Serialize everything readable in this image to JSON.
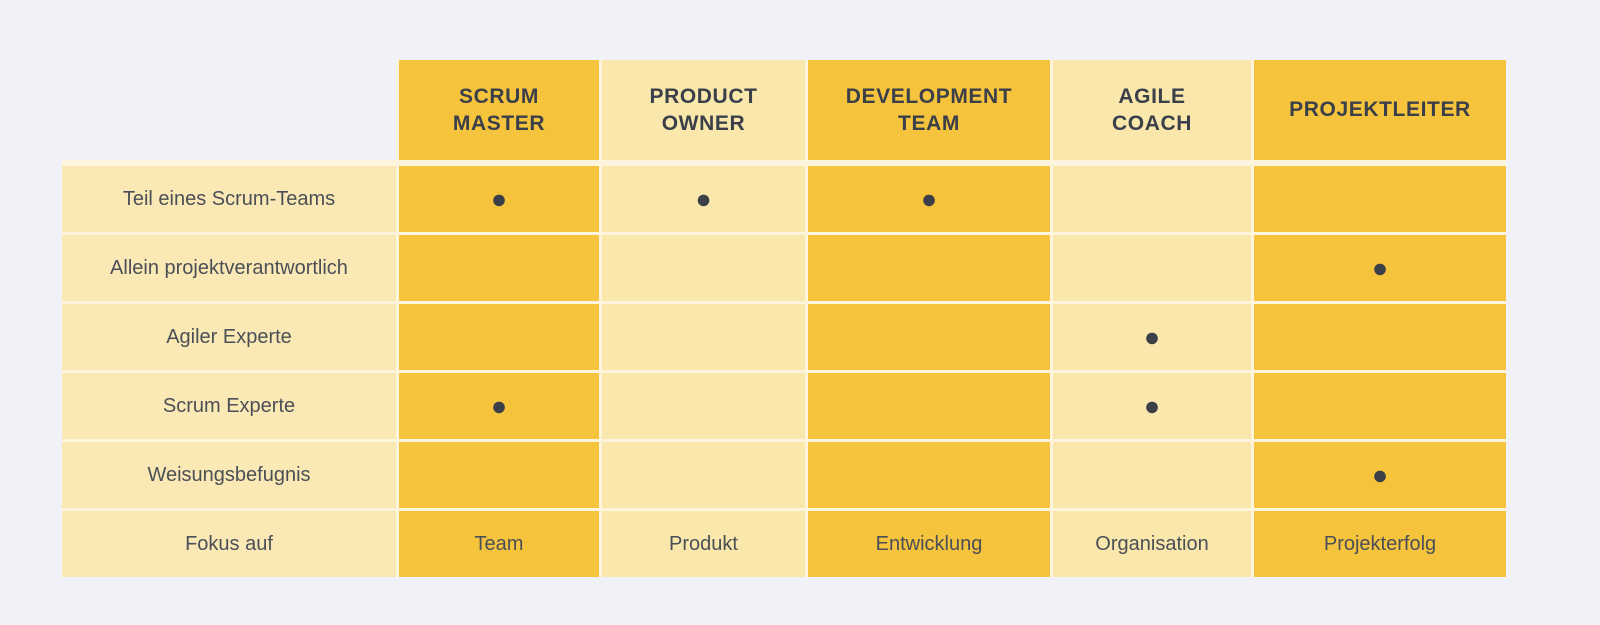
{
  "theme": {
    "page_background": "#F0F2F7",
    "column_dark": "#F5C33C",
    "column_light": "#F9E7AB",
    "label_column": "#FAE9B4",
    "divider": "#FCF4DC",
    "header_text": "#3A3F49",
    "body_text": "#4B4F57",
    "dot_color": "#3B3F47"
  },
  "matrix": {
    "dot_glyph": "●",
    "columns": [
      {
        "id": "scrum-master",
        "label": "SCRUM\nMASTER",
        "tone": "dark"
      },
      {
        "id": "product-owner",
        "label": "PRODUCT\nOWNER",
        "tone": "light"
      },
      {
        "id": "development-team",
        "label": "DEVELOPMENT\nTEAM",
        "tone": "dark"
      },
      {
        "id": "agile-coach",
        "label": "AGILE\nCOACH",
        "tone": "light"
      },
      {
        "id": "projektleiter",
        "label": "PROJEKTLEITER",
        "tone": "dark"
      }
    ],
    "rows": [
      {
        "label": "Teil eines Scrum-Teams",
        "cells": [
          "●",
          "●",
          "●",
          "",
          ""
        ]
      },
      {
        "label": "Allein projektverantwortlich",
        "cells": [
          "",
          "",
          "",
          "",
          "●"
        ]
      },
      {
        "label": "Agiler Experte",
        "cells": [
          "",
          "",
          "",
          "●",
          ""
        ]
      },
      {
        "label": "Scrum Experte",
        "cells": [
          "●",
          "",
          "",
          "●",
          ""
        ]
      },
      {
        "label": "Weisungsbefugnis",
        "cells": [
          "",
          "",
          "",
          "",
          "●"
        ]
      },
      {
        "label": "Fokus auf",
        "cells": [
          "Team",
          "Produkt",
          "Entwicklung",
          "Organisation",
          "Projekterfolg"
        ]
      }
    ]
  }
}
